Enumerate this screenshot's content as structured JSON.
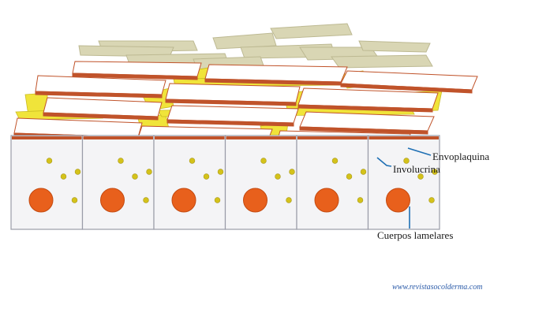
{
  "labels": {
    "envoplaquina": "Envoplaquina",
    "involucrina": "Involucrina",
    "cuerpos_lamelares": "Cuerpos lamelares"
  },
  "source_url": "www.revistasocolderma.com",
  "colors": {
    "background": "#ffffff",
    "cell_fill": "#f4f4f6",
    "cell_border": "#9a9ca8",
    "nucleus": "#e8601c",
    "granule": "#d4c21a",
    "flat_cell_top": "#ffffff",
    "flat_cell_edge": "#c0532a",
    "lipid": "#f0e43a",
    "shed_flakes": "#d9d6b4",
    "envoplaquina": "#3fbf4a",
    "involucrina": "#7a3fa8",
    "leader_line": "#1e6fb4",
    "source_text": "#2a5aa8"
  },
  "cells": {
    "count": 6
  }
}
